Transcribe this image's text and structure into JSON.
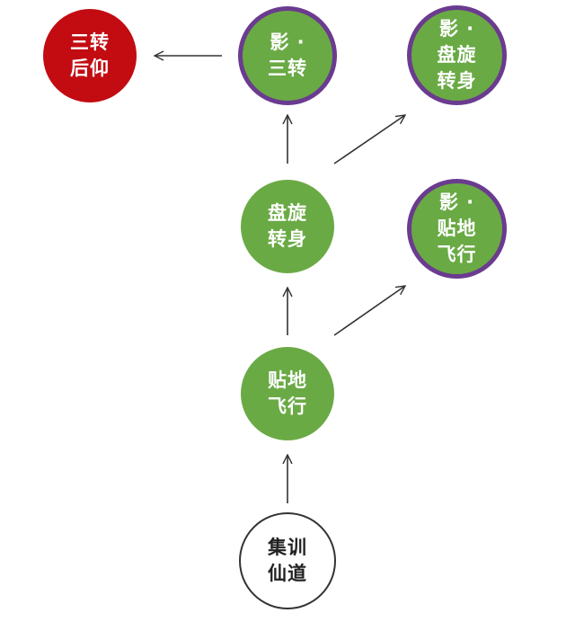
{
  "nodes": {
    "sanzhuan_houyang": {
      "lines": [
        "三转",
        "后仰"
      ],
      "color": "#c20c12"
    },
    "ying_sanzhuan": {
      "lines": [
        "影 ·",
        "三转"
      ],
      "color": "#6aaa45",
      "ring": "#6a3b8f"
    },
    "ying_panxuan": {
      "lines": [
        "影 ·",
        "盘旋",
        "转身"
      ],
      "color": "#6aaa45",
      "ring": "#6a3b8f"
    },
    "panxuan_zhuanshen": {
      "lines": [
        "盘旋",
        "转身"
      ],
      "color": "#6aaa45"
    },
    "ying_tiedi": {
      "lines": [
        "影 ·",
        "贴地",
        "飞行"
      ],
      "color": "#6aaa45",
      "ring": "#6a3b8f"
    },
    "tiedi_feixing": {
      "lines": [
        "贴地",
        "飞行"
      ],
      "color": "#6aaa45"
    },
    "jixun_xiandao": {
      "lines": [
        "集训",
        "仙道"
      ],
      "color": "#ffffff"
    }
  },
  "edges": [
    {
      "from": "jixun_xiandao",
      "to": "tiedi_feixing"
    },
    {
      "from": "tiedi_feixing",
      "to": "panxuan_zhuanshen"
    },
    {
      "from": "tiedi_feixing",
      "to": "ying_tiedi"
    },
    {
      "from": "panxuan_zhuanshen",
      "to": "ying_sanzhuan"
    },
    {
      "from": "panxuan_zhuanshen",
      "to": "ying_panxuan"
    },
    {
      "from": "ying_sanzhuan",
      "to": "sanzhuan_houyang"
    }
  ]
}
